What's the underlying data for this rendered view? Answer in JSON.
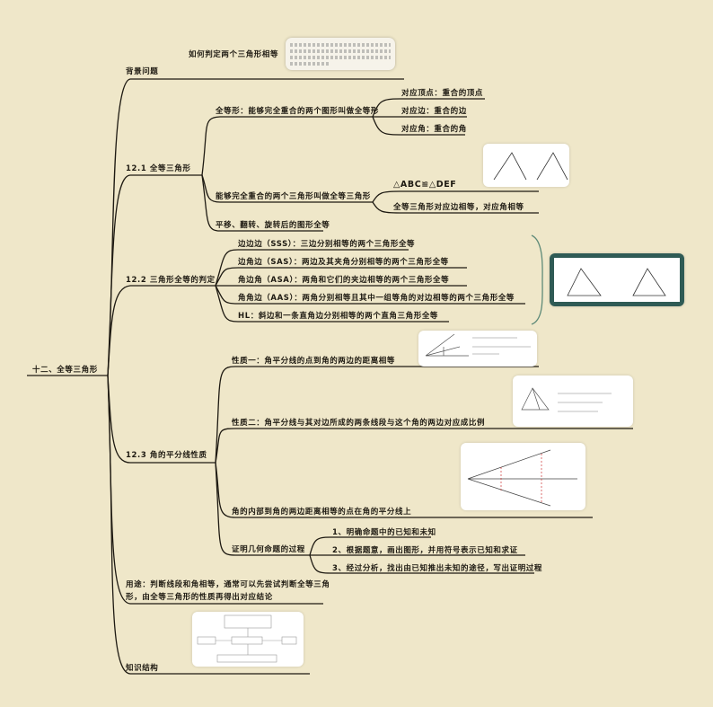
{
  "root": "十二、全等三角形",
  "background": {
    "label": "背景问题",
    "question": "如何判定两个三角形相等"
  },
  "s121": {
    "label": "12.1 全等三角形",
    "congruent_figure": "全等形：能够完全重合的两个图形叫做全等形",
    "cf_children": [
      "对应顶点：重合的顶点",
      "对应边：重合的边",
      "对应角：重合的角"
    ],
    "congruent_triangle": "能够完全重合的两个三角形叫做全等三角形",
    "ct_children": [
      "△ABC≌△DEF",
      "全等三角形对应边相等，对应角相等"
    ],
    "transform": "平移、翻转、旋转后的图形全等"
  },
  "s122": {
    "label": "12.2 三角形全等的判定",
    "rules": [
      "边边边（SSS）：三边分别相等的两个三角形全等",
      "边角边（SAS）：两边及其夹角分别相等的两个三角形全等",
      "角边角（ASA）：两角和它们的夹边相等的两个三角形全等",
      "角角边（AAS）：两角分别相等且其中一组等角的对边相等的两个三角形全等",
      "HL：斜边和一条直角边分别相等的两个直角三角形全等"
    ]
  },
  "s123": {
    "label": "12.3 角的平分线性质",
    "prop1": "性质一：角平分线的点到角的两边的距离相等",
    "prop2": "性质二：角平分线与其对边所成的两条线段与这个角的两边对应成比例",
    "converse": "角的内部到角的两边距离相等的点在角的平分线上",
    "proof": "证明几何命题的过程",
    "proof_steps": [
      "1、明确命题中的已知和未知",
      "2、根据题意，画出图形，并用符号表示已知和求证",
      "3、经过分析，找出由已知推出未知的途径，写出证明过程"
    ]
  },
  "usage": {
    "line1": "用途：判断线段和角相等，通常可以先尝试判断全等三角",
    "line2": "形，由全等三角形的性质再得出对应结论"
  },
  "structure": {
    "label": "知识结构"
  },
  "colors": {
    "background": "#efe7c9",
    "line": "#1e1a12",
    "bracket": "#5e8a78",
    "frame": "#2f5b55"
  }
}
